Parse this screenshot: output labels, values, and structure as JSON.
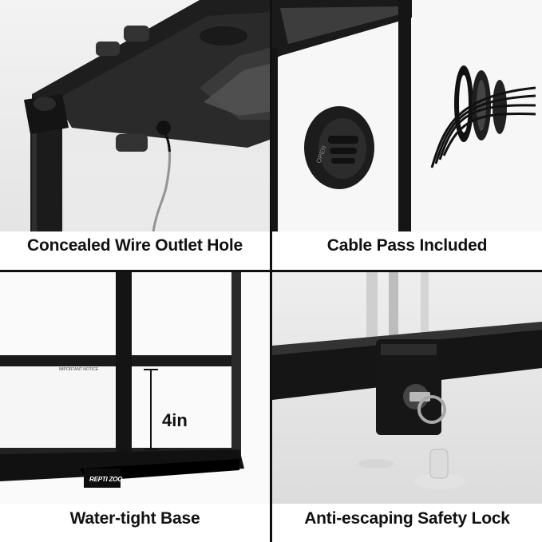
{
  "panels": {
    "top_left": {
      "caption": "Concealed Wire Outlet Hole"
    },
    "top_right": {
      "caption": "Cable Pass Included",
      "cable_pass_text": "OPEN"
    },
    "bottom_left": {
      "caption": "Water-tight Base",
      "measure": "4in",
      "notice_title": "IMPORTANT NOTICE",
      "brand": "REPTI ZOO"
    },
    "bottom_right": {
      "caption": "Anti-escaping Safety Lock"
    }
  },
  "colors": {
    "frame": "#111111",
    "caption": "#111111",
    "background": "#ffffff"
  }
}
